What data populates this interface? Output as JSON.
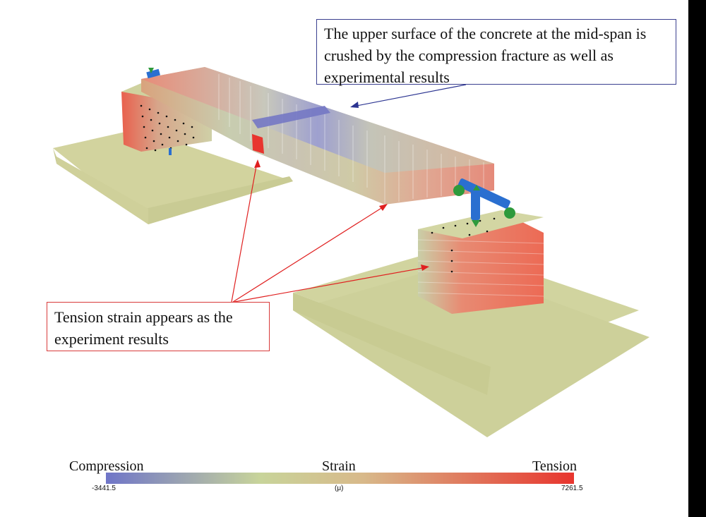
{
  "callouts": {
    "top": "The upper surface of the concrete at the mid-span is crushed by the compression fracture as well as experimental results",
    "bottom": "Tension strain appears as the experiment results"
  },
  "legend": {
    "left_label": "Compression",
    "center_label": "Strain",
    "right_label": "Tension",
    "min_value": "-3441.5",
    "unit": "(μ)",
    "max_value": "7261.5",
    "colors": [
      "#6f75c8",
      "#c8d49a",
      "#e8352e"
    ]
  },
  "colors": {
    "slab": "#cfd39b",
    "compression": "#6f75c8",
    "tension": "#e8352e",
    "support_blue": "#2a6fd0",
    "support_green": "#2e9a3c",
    "arrow_blue": "#2b3491",
    "arrow_red": "#e02020"
  }
}
